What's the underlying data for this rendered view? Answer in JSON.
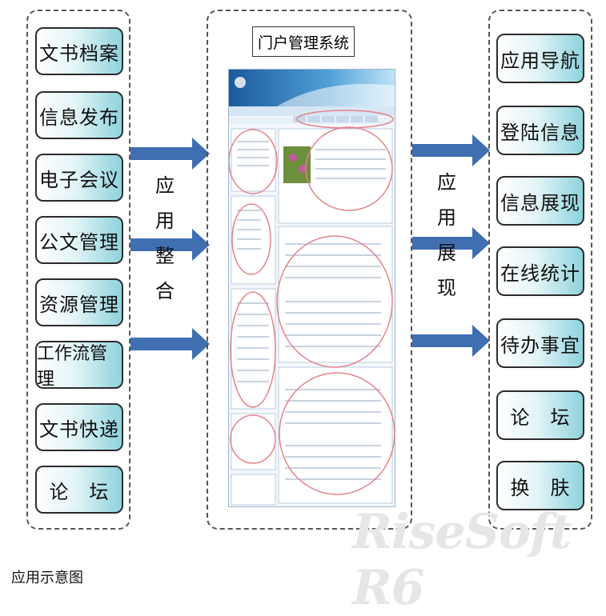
{
  "left_items": [
    "文书档案",
    "信息发布",
    "电子会议",
    "公文管理",
    "资源管理",
    "工作流管理",
    "文书快递",
    "论　坛"
  ],
  "middle_left_label": [
    "应",
    "用",
    "整",
    "合"
  ],
  "portal_title": "门户管理系统",
  "middle_right_label": [
    "应",
    "用",
    "展",
    "现"
  ],
  "right_items": [
    "应用导航",
    "登陆信息",
    "信息展现",
    "在线统计",
    "待办事宜",
    "论　坛",
    "换　肤"
  ],
  "caption": "应用示意图",
  "watermark": "RiseSoft R6",
  "colors": {
    "arrow": "#3f6fb0",
    "box_gradient_end": "#8ed3de",
    "highlight_ellipse": "#e5828a"
  }
}
